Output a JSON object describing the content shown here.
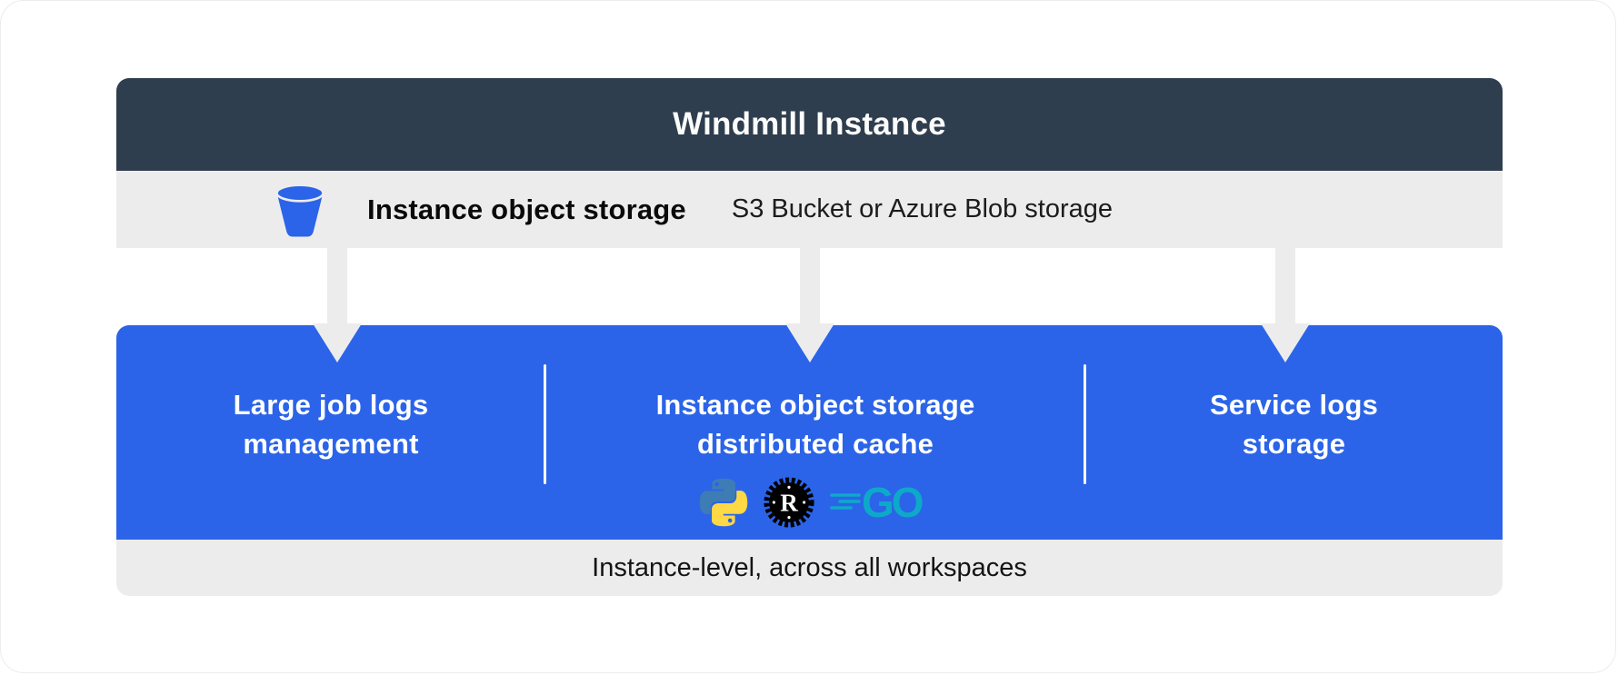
{
  "header": {
    "title": "Windmill Instance"
  },
  "storage_bar": {
    "icon": "bucket-icon",
    "title": "Instance object storage",
    "subtitle": "S3 Bucket or Azure Blob storage"
  },
  "panel": {
    "sections": [
      {
        "title": "Large job logs\nmanagement"
      },
      {
        "title": "Instance object storage\ndistributed cache",
        "languages": [
          "Python",
          "Rust",
          "Go"
        ]
      },
      {
        "title": "Service logs\nstorage"
      }
    ]
  },
  "footer": {
    "label": "Instance-level, across all workspaces"
  },
  "colors": {
    "header_bg": "#2F3E4E",
    "panel_bg": "#2B64E8",
    "bar_bg": "#EDECED",
    "bucket_blue": "#2B64E8",
    "go_teal": "#0DA9C9",
    "python_blue": "#3E7CB5",
    "python_yellow": "#FFD845",
    "rust_black": "#000000"
  }
}
